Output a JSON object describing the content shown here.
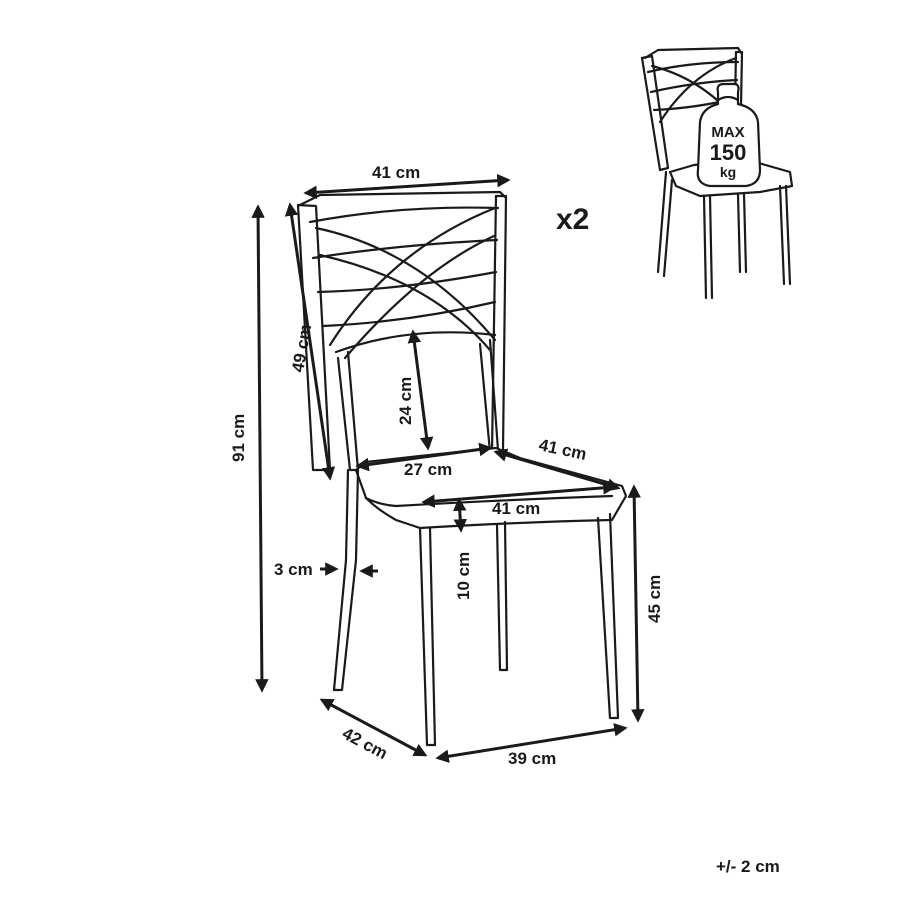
{
  "labels": {
    "back_width": "41 cm",
    "total_height": "91 cm",
    "back_height": "49 cm",
    "back_inner_height": "24 cm",
    "seat_back_width": "27 cm",
    "seat_side_depth": "41 cm",
    "seat_front_width": "41 cm",
    "seat_thickness": "10 cm",
    "leg_width": "3 cm",
    "seat_height": "45 cm",
    "base_depth": "42 cm",
    "base_width": "39 cm"
  },
  "quantity": "x2",
  "max_load": {
    "line1": "MAX",
    "line2": "150",
    "line3": "kg"
  },
  "tolerance": "+/- 2 cm"
}
